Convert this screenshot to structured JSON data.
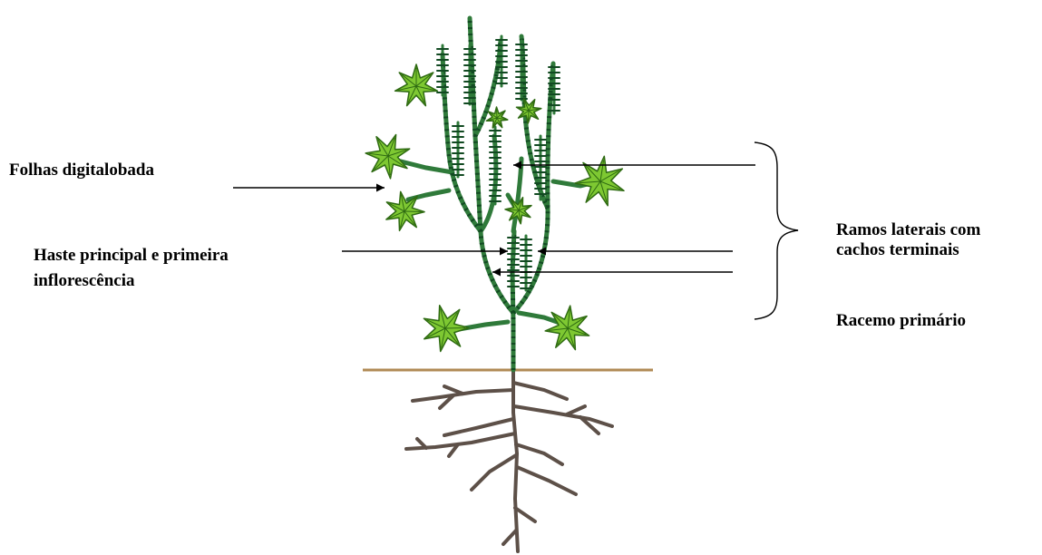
{
  "labels": {
    "leaves": "Folhas digitalobada",
    "main_stem_line1": "Haste principal e primeira",
    "main_stem_line2": "inflorescência",
    "lateral_line1": "Ramos laterais com",
    "lateral_line2": "cachos terminais",
    "primary_raceme": "Racemo primário"
  },
  "colors": {
    "leaf": "#7ec832",
    "leaf_dark": "#2e6a12",
    "stem": "#2f7a3a",
    "stem_dots": "#124a22",
    "ground": "#b08a55",
    "root": "#5d5048",
    "text": "#000000"
  }
}
